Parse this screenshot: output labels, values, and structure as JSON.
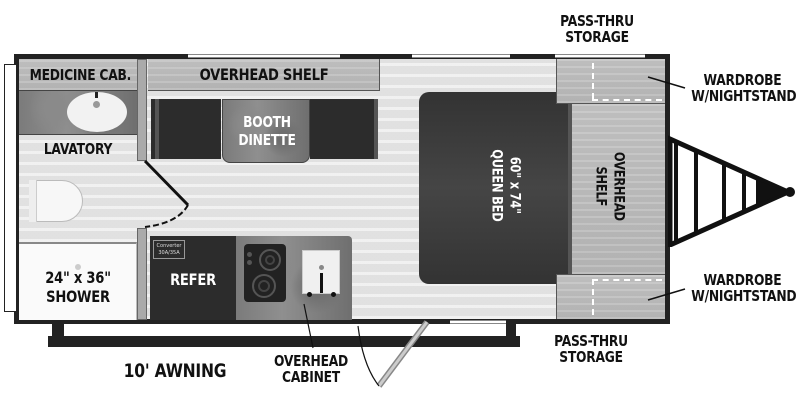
{
  "floorplan": {
    "labels": {
      "medicine_cabinet": "MEDICINE CAB.",
      "lavatory": "LAVATORY",
      "overhead_shelf_top": "OVERHEAD SHELF",
      "booth_dinette": [
        "BOOTH",
        "DINETTE"
      ],
      "queen_bed": [
        "60\" x 74\"",
        "QUEEN BED"
      ],
      "overhead_shelf_front": [
        "OVERHEAD",
        "SHELF"
      ],
      "shower": [
        "24\" x 36\"",
        "SHOWER"
      ],
      "refer": "REFER",
      "converter": [
        "Converter",
        "30A/35A"
      ],
      "pass_thru_storage_top": [
        "PASS-THRU",
        "STORAGE"
      ],
      "pass_thru_storage_bottom": [
        "PASS-THRU",
        "STORAGE"
      ],
      "wardrobe_top": [
        "WARDROBE",
        "W/NIGHTSTAND"
      ],
      "wardrobe_bottom": [
        "WARDROBE",
        "W/NIGHTSTAND"
      ],
      "awning": "10' AWNING",
      "overhead_cabinet": [
        "OVERHEAD",
        "CABINET"
      ]
    },
    "colors": {
      "wall": "#222222",
      "floor": "#e9e9e9",
      "cabinet_wood": "#bdbdbd",
      "bed": "#3a3a3a",
      "appliance": "#2c2c2c",
      "countertop": "#7b7b7b"
    }
  }
}
